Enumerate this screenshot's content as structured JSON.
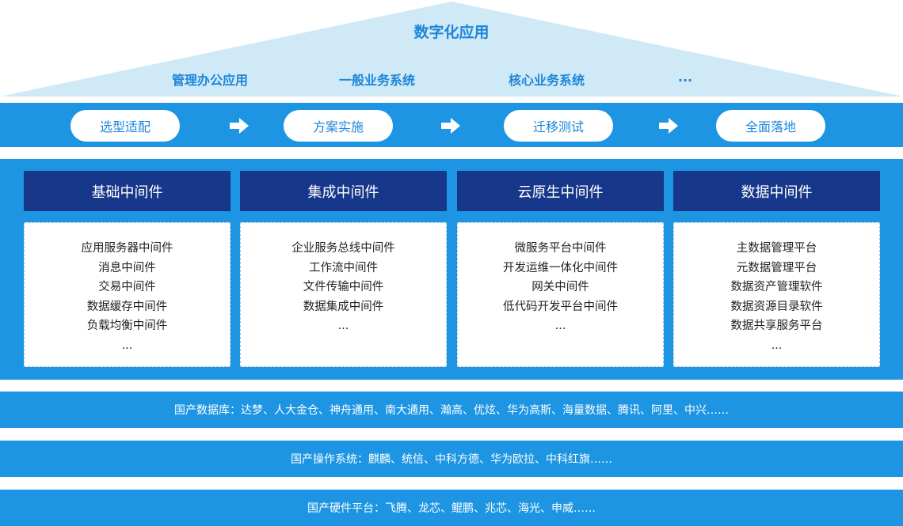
{
  "roof": {
    "title": "数字化应用",
    "items": [
      "管理办公应用",
      "一般业务系统",
      "核心业务系统",
      "..."
    ]
  },
  "process": {
    "steps": [
      "选型适配",
      "方案实施",
      "迁移测试",
      "全面落地"
    ]
  },
  "middleware": {
    "columns": [
      {
        "title": "基础中间件",
        "items": [
          "应用服务器中间件",
          "消息中间件",
          "交易中间件",
          "数据缓存中间件",
          "负载均衡中间件",
          "..."
        ]
      },
      {
        "title": "集成中间件",
        "items": [
          "企业服务总线中间件",
          "工作流中间件",
          "文件传输中间件",
          "数据集成中间件",
          "..."
        ]
      },
      {
        "title": "云原生中间件",
        "items": [
          "微服务平台中间件",
          "开发运维一体化中间件",
          "网关中间件",
          "低代码开发平台中间件",
          "..."
        ]
      },
      {
        "title": "数据中间件",
        "items": [
          "主数据管理平台",
          "元数据管理平台",
          "数据资产管理软件",
          "数据资源目录软件",
          "数据共享服务平台",
          "..."
        ]
      }
    ]
  },
  "base": {
    "database": "国产数据库：达梦、人大金仓、神舟通用、南大通用、瀚高、优炫、华为高斯、海量数据、腾讯、阿里、中兴……",
    "os": "国产操作系统：麒麟、统信、中科方德、华为欧拉、中科红旗……",
    "hardware": "国产硬件平台：飞腾、龙芯、鲲鹏、兆芯、海光、申威……"
  },
  "colors": {
    "band": "#1d95e2",
    "roof": "#cfe9f7",
    "header": "#17378a",
    "accent_text": "#1e86d9"
  }
}
